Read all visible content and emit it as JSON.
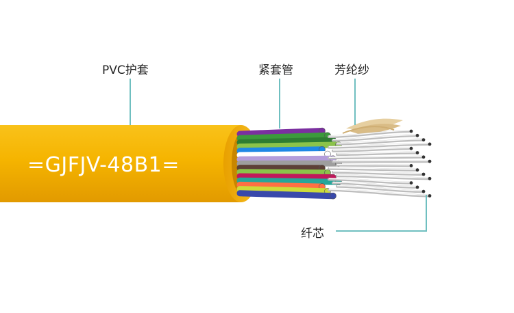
{
  "diagram": {
    "model_text": "=GJFJV-48B1=",
    "labels": {
      "pvc_jacket": "PVC护套",
      "tight_buffer": "紧套管",
      "aramid_yarn": "芳纶纱",
      "fiber_core": "纤芯"
    },
    "colors": {
      "jacket": "#F5B400",
      "leader_line": "#6FBFC0",
      "aramid": "#E6CFA0",
      "fiber": "#EAEAEA"
    }
  }
}
